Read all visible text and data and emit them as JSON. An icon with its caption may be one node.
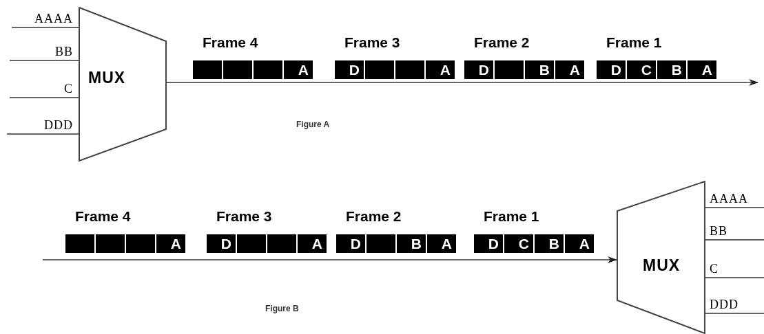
{
  "diagram": {
    "nodes": [
      {
        "text": [
          "MUX"
        ]
      },
      {
        "text": [
          "Frame 4"
        ]
      },
      {
        "text": [],
        "shape": "box",
        "in": 1
      },
      {
        "text": [],
        "shape": "box",
        "in": 1
      },
      {
        "text": [],
        "shape": "box",
        "in": 1
      },
      {
        "text": [
          "A"
        ],
        "in": 1
      },
      {
        "text": [
          "Frame 3"
        ]
      },
      {
        "text": [
          "D"
        ],
        "in": 6
      },
      {
        "text": [],
        "shape": "box",
        "in": 6
      },
      {
        "text": [],
        "shape": "box",
        "in": 6
      },
      {
        "text": [
          "A"
        ],
        "in": 6
      },
      {
        "text": [
          "Frame 2"
        ]
      },
      {
        "text": [
          "D"
        ],
        "in": 11
      },
      {
        "text": [],
        "shape": "box",
        "in": 11
      },
      {
        "text": [
          "B"
        ],
        "in": 11
      },
      {
        "text": [
          "A"
        ],
        "in": 11
      },
      {
        "text": [
          "Frame 1"
        ]
      },
      {
        "text": [
          "D"
        ],
        "in": 16
      },
      {
        "text": [
          "C"
        ],
        "in": 16
      },
      {
        "text": [
          "B"
        ],
        "in": 16
      },
      {
        "text": [
          "A"
        ],
        "in": 16
      },
      {
        "text": [
          "Frame 4"
        ]
      },
      {
        "text": [],
        "shape": "box",
        "in": 21
      },
      {
        "text": [],
        "shape": "box",
        "in": 21
      },
      {
        "text": [],
        "shape": "box",
        "in": 21
      },
      {
        "text": [
          "A"
        ],
        "in": 21
      },
      {
        "text": [
          "Frame 3"
        ]
      },
      {
        "text": [
          "D"
        ],
        "in": 26
      },
      {
        "text": [],
        "shape": "box",
        "in": 26
      },
      {
        "text": [],
        "shape": "box",
        "in": 26
      },
      {
        "text": [
          "A"
        ],
        "in": 26
      },
      {
        "text": [
          "Frame 2"
        ]
      },
      {
        "text": [
          "D"
        ],
        "in": 31
      },
      {
        "text": [],
        "shape": "box",
        "in": 31
      },
      {
        "text": [
          "B"
        ],
        "in": 31
      },
      {
        "text": [
          "A"
        ],
        "in": 31
      },
      {
        "text": [
          "Frame 1"
        ]
      },
      {
        "text": [
          "D"
        ],
        "in": 36
      },
      {
        "text": [
          "C"
        ],
        "in": 36
      },
      {
        "text": [
          "B"
        ],
        "in": 36
      },
      {
        "text": [
          "A"
        ],
        "in": 36
      },
      {
        "text": [
          "MUX"
        ]
      }
    ],
    "edges": [
      {
        "from": null,
        "to": 0,
        "arrow": "none",
        "label": "AAAA"
      },
      {
        "from": null,
        "to": 0,
        "arrow": "none",
        "label": "BB"
      },
      {
        "from": null,
        "to": 0,
        "arrow": "none",
        "label": "C"
      },
      {
        "from": null,
        "to": 0,
        "arrow": "none",
        "label": "DDD"
      },
      {
        "from": 0,
        "to": null,
        "arrow": "to"
      },
      {
        "from": null,
        "to": 41,
        "arrow": "to"
      },
      {
        "from": 41,
        "to": null,
        "arrow": "none",
        "label": "AAAA"
      },
      {
        "from": 41,
        "to": null,
        "arrow": "none",
        "label": "BB"
      },
      {
        "from": 41,
        "to": null,
        "arrow": "none",
        "label": "C"
      },
      {
        "from": 41,
        "to": null,
        "arrow": "none",
        "label": "DDD"
      }
    ],
    "labels": [
      "Figure A",
      "Figure B"
    ]
  }
}
